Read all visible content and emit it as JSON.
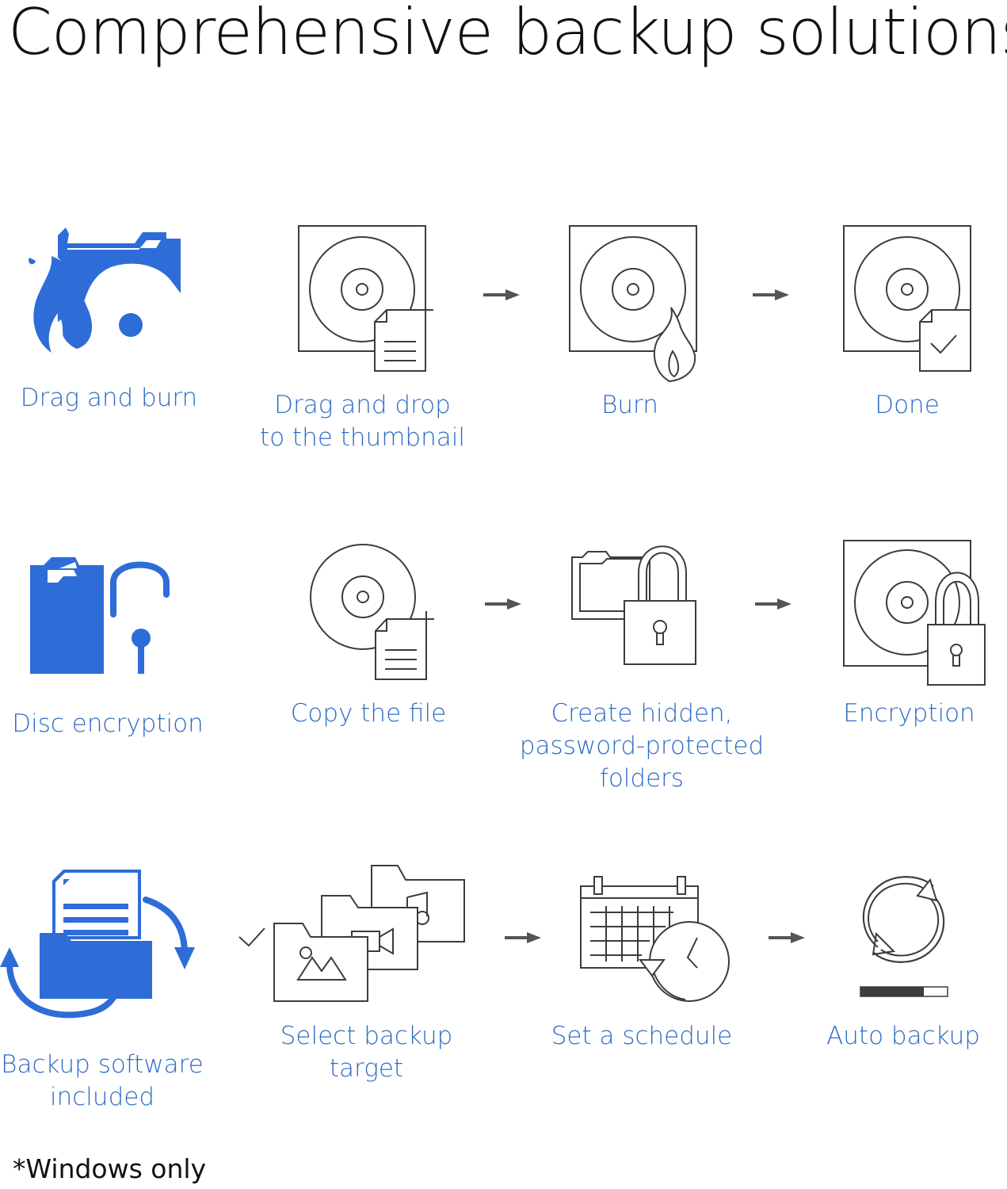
{
  "title": "Comprehensive backup solutions",
  "accent_color": "#2e6cd8",
  "rows": [
    {
      "feature": {
        "label": "Drag and burn",
        "icon": "flame-folder-icon"
      },
      "steps": [
        {
          "label": "Drag and drop\nto the thumbnail",
          "icon": "disc-add-file-icon"
        },
        {
          "label": "Burn",
          "icon": "disc-burn-icon"
        },
        {
          "label": "Done",
          "icon": "disc-done-icon"
        }
      ]
    },
    {
      "feature": {
        "label": "Disc encryption",
        "icon": "folder-lock-icon"
      },
      "steps": [
        {
          "label": "Copy the file",
          "icon": "disc-copy-file-icon"
        },
        {
          "label": "Create hidden,\npassword-protected\nfolders",
          "icon": "folders-lock-icon"
        },
        {
          "label": "Encryption",
          "icon": "disc-lock-icon"
        }
      ]
    },
    {
      "feature": {
        "label": "Backup software\nincluded",
        "icon": "backup-document-icon"
      },
      "steps": [
        {
          "label": "Select backup\ntarget",
          "icon": "media-folders-icon"
        },
        {
          "label": "Set a schedule",
          "icon": "calendar-clock-icon"
        },
        {
          "label": "Auto backup",
          "icon": "sync-progress-icon"
        }
      ]
    }
  ],
  "footnote": "*Windows only"
}
